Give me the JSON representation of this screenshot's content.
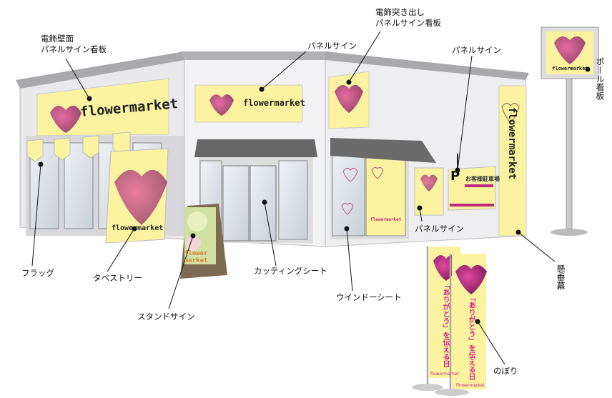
{
  "labels": {
    "wall_sign": [
      "電飾壁面",
      "パネルサイン看板"
    ],
    "panel_center": "パネルサイン",
    "projecting_sign": [
      "電飾突き出し",
      "パネルサイン看板"
    ],
    "panel_parking": "パネルサイン",
    "pole_sign": "ポール看板",
    "flag": "フラッグ",
    "tapestry": "タペストリー",
    "stand_sign": "スタンドサイン",
    "cutting_sheet": "カッティングシート",
    "window_sheet": "ウインドーシート",
    "panel_lower": "パネルサイン",
    "hanging_banner": "懸垂幕",
    "nobori": "のぼり"
  },
  "signage": {
    "brand": "flowermarket",
    "parking_title": "お客様駐車場",
    "parking_letter": "P",
    "nobori_text": "「ありがとう」を伝える日",
    "stand_text": "flower market"
  },
  "colors": {
    "sign_yellow": "#fbf3a0",
    "heart_magenta": "#c0297f",
    "wall": "#ececef",
    "roof": "#a8a8ad"
  }
}
